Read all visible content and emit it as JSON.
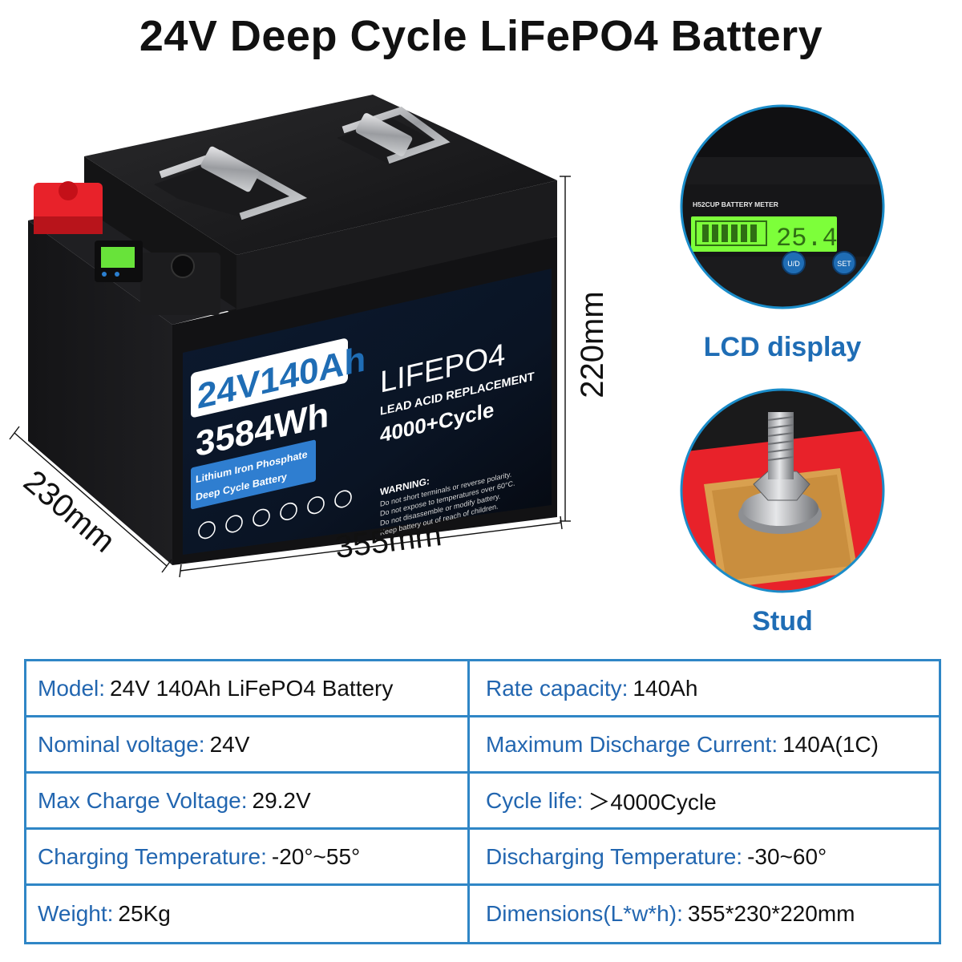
{
  "title": "24V Deep Cycle LiFePO4 Battery",
  "battery": {
    "big_label": "24V140Ah",
    "energy": "3584Wh",
    "chem_line1": "Lithium Iron Phosphate",
    "chem_line2": "Deep Cycle Battery",
    "brand": "LIFEPO4",
    "replacement": "LEAD ACID REPLACEMENT",
    "cycle": "4000+Cycle",
    "warning_title": "WARNING:",
    "warning_lines": [
      "Do not short terminals or reverse polarity.",
      "Do not expose to temperatures over 60°C.",
      "Do not disassemble or modify battery.",
      "Keep battery out of reach of children."
    ]
  },
  "dimensions": {
    "length": "355mm",
    "width": "230mm",
    "height": "220mm"
  },
  "lcd_callout": {
    "meter_label": "H52CUP BATTERY METER",
    "reading": "25.4",
    "btn_ud": "U/D",
    "btn_set": "SET",
    "caption": "LCD display"
  },
  "stud_callout": {
    "caption": "Stud"
  },
  "specs": [
    {
      "key": "Model:",
      "value": "24V 140Ah LiFePO4 Battery"
    },
    {
      "key": "Rate capacity:",
      "value": "140Ah"
    },
    {
      "key": "Nominal voltage:",
      "value": "24V"
    },
    {
      "key": "Maximum Discharge Current:",
      "value": "140A(1C)"
    },
    {
      "key": "Max Charge Voltage:",
      "value": "29.2V"
    },
    {
      "key": "Cycle life:",
      "value": "＞4000Cycle"
    },
    {
      "key": "Charging Temperature:",
      "value": "-20°~55°"
    },
    {
      "key": "Discharging Temperature:",
      "value": "-30~60°"
    },
    {
      "key": "Weight:",
      "value": "25Kg"
    },
    {
      "key": "Dimensions(L*w*h):",
      "value": "355*230*220mm"
    }
  ],
  "colors": {
    "accent_blue": "#2f86c6",
    "key_blue": "#2266b0",
    "caption_blue": "#1f6db5",
    "lcd_green": "#7dff3a",
    "terminal_red": "#e8222a"
  }
}
